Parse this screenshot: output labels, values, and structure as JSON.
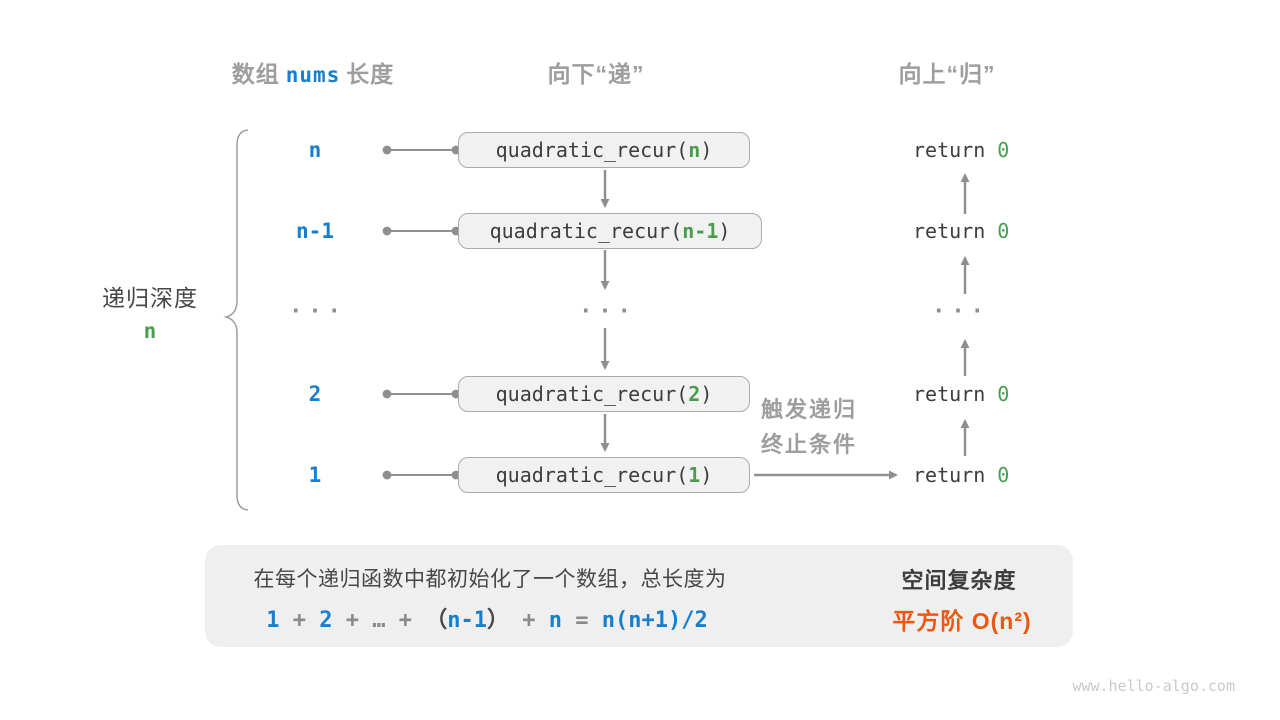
{
  "colors": {
    "blue": "#177FCE",
    "green": "#4A9D4E",
    "orange": "#ED5712",
    "gray_heading": "#9E9E9E",
    "dark_text": "#3D3D3D",
    "arrow_gray": "#8F8F8F",
    "box_fill": "#F1F1F1",
    "box_border": "#ABABAB",
    "panel_fill": "#EFEFEF"
  },
  "headers": {
    "left_prefix": "数组",
    "left_code": "nums",
    "left_suffix": "长度",
    "middle": "向下“递”",
    "right": "向上“归”"
  },
  "depth_brace": {
    "label": "递归深度",
    "value": "n"
  },
  "rows": [
    {
      "depth": "n",
      "call_pre": "quadratic_recur(",
      "arg": "n",
      "call_suf": ")",
      "ret": "return ",
      "ret_val": "0"
    },
    {
      "depth": "n-1",
      "call_pre": "quadratic_recur(",
      "arg": "n-1",
      "call_suf": ")",
      "ret": "return ",
      "ret_val": "0"
    },
    {
      "depth": "2",
      "call_pre": "quadratic_recur(",
      "arg": "2",
      "call_suf": ")",
      "ret": "return ",
      "ret_val": "0"
    },
    {
      "depth": "1",
      "call_pre": "quadratic_recur(",
      "arg": "1",
      "call_suf": ")",
      "ret": "return ",
      "ret_val": "0"
    }
  ],
  "ellipsis": "...",
  "base_case": {
    "line1": "触发递归",
    "line2": "终止条件"
  },
  "summary": {
    "line1": "在每个递归函数中都初始化了一个数组，总长度为",
    "formula": [
      {
        "t": "1"
      },
      {
        "t": " + "
      },
      {
        "t": "2"
      },
      {
        "t": " + "
      },
      {
        "t": "…"
      },
      {
        "t": " + "
      },
      {
        "t": "（"
      },
      {
        "t": "n-1"
      },
      {
        "t": "）"
      },
      {
        "t": " + "
      },
      {
        "t": "n"
      },
      {
        "t": " = "
      },
      {
        "t": "n(n+1)/2"
      }
    ],
    "complexity_title": "空间复杂度",
    "complexity_value": "平方阶 O(n²)"
  },
  "watermark": "www.hello-algo.com"
}
